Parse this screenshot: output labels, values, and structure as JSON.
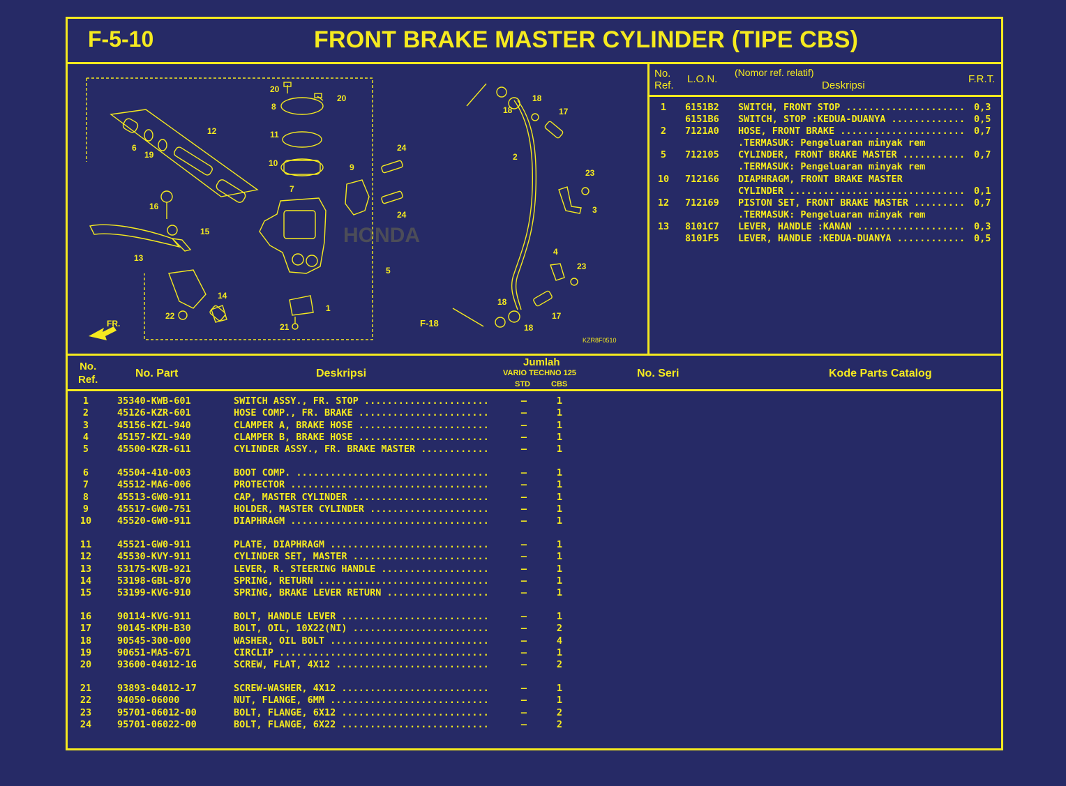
{
  "page": {
    "code": "F-5-10",
    "title": "FRONT BRAKE MASTER CYLINDER (TIPE CBS)"
  },
  "diagram": {
    "callouts": [
      "20",
      "20",
      "8",
      "11",
      "10",
      "12",
      "6",
      "19",
      "16",
      "15",
      "13",
      "22",
      "14",
      "21",
      "7",
      "9",
      "24",
      "24",
      "1",
      "5",
      "2",
      "18",
      "18",
      "17",
      "23",
      "3",
      "4",
      "23",
      "18",
      "17",
      "18"
    ],
    "ref_f18": "F-18",
    "fr_mark": "FR.",
    "figure_code": "KZR8F0510",
    "watermark": "HONDA"
  },
  "frt_table": {
    "headers": {
      "no_ref": "No.\nRef.",
      "lon": "L.O.N.",
      "nomor_ref": "(Nomor ref. relatif)",
      "deskripsi": "Deskripsi",
      "frt": "F.R.T."
    },
    "rows": [
      {
        "no": "1",
        "lon": "6151B2",
        "desc": "SWITCH, FRONT STOP ..........................",
        "frt": "0,3"
      },
      {
        "no": "",
        "lon": "6151B6",
        "desc": "SWITCH, STOP :KEDUA-DUANYA .................",
        "frt": "0,5"
      },
      {
        "no": "2",
        "lon": "7121A0",
        "desc": "HOSE, FRONT BRAKE ...........................",
        "frt": "0,7"
      },
      {
        "no": "",
        "lon": "",
        "desc": ".TERMASUK: Pengeluaran minyak rem",
        "frt": ""
      },
      {
        "no": "5",
        "lon": "712105",
        "desc": "CYLINDER, FRONT BRAKE MASTER ...............",
        "frt": "0,7"
      },
      {
        "no": "",
        "lon": "",
        "desc": ".TERMASUK: Pengeluaran minyak rem",
        "frt": ""
      },
      {
        "no": "10",
        "lon": "712166",
        "desc": "DIAPHRAGM, FRONT BRAKE MASTER",
        "frt": ""
      },
      {
        "no": "",
        "lon": "",
        "desc": " CYLINDER ...................................",
        "frt": "0,1"
      },
      {
        "no": "12",
        "lon": "712169",
        "desc": "PISTON SET, FRONT BRAKE MASTER ............",
        "frt": "0,7"
      },
      {
        "no": "",
        "lon": "",
        "desc": ".TERMASUK: Pengeluaran minyak rem",
        "frt": ""
      },
      {
        "no": "13",
        "lon": "8101C7",
        "desc": "LEVER, HANDLE :KANAN .......................",
        "frt": "0,3"
      },
      {
        "no": "",
        "lon": "8101F5",
        "desc": "LEVER, HANDLE :KEDUA-DUANYA ................",
        "frt": "0,5"
      }
    ]
  },
  "parts_table": {
    "headers": {
      "no_ref": "No.\nRef.",
      "no_part": "No. Part",
      "deskripsi": "Deskripsi",
      "jumlah": "Jumlah",
      "model": "VARIO TECHNO 125",
      "std": "STD",
      "cbs": "CBS",
      "no_seri": "No. Seri",
      "kode": "Kode Parts Catalog"
    },
    "groups": [
      [
        {
          "ref": "1",
          "part": "35340-KWB-601",
          "desc": "SWITCH ASSY., FR. STOP ..........................",
          "std": "–",
          "cbs": "1"
        },
        {
          "ref": "2",
          "part": "45126-KZR-601",
          "desc": "HOSE COMP., FR. BRAKE ...........................",
          "std": "–",
          "cbs": "1"
        },
        {
          "ref": "3",
          "part": "45156-KZL-940",
          "desc": "CLAMPER A, BRAKE HOSE ...........................",
          "std": "–",
          "cbs": "1"
        },
        {
          "ref": "4",
          "part": "45157-KZL-940",
          "desc": "CLAMPER B, BRAKE HOSE ...........................",
          "std": "–",
          "cbs": "1"
        },
        {
          "ref": "5",
          "part": "45500-KZR-611",
          "desc": "CYLINDER ASSY., FR. BRAKE MASTER ...............",
          "std": "–",
          "cbs": "1"
        }
      ],
      [
        {
          "ref": "6",
          "part": "45504-410-003",
          "desc": "BOOT COMP. ......................................",
          "std": "–",
          "cbs": "1"
        },
        {
          "ref": "7",
          "part": "45512-MA6-006",
          "desc": "PROTECTOR .......................................",
          "std": "–",
          "cbs": "1"
        },
        {
          "ref": "8",
          "part": "45513-GW0-911",
          "desc": "CAP, MASTER CYLINDER ............................",
          "std": "–",
          "cbs": "1"
        },
        {
          "ref": "9",
          "part": "45517-GW0-751",
          "desc": "HOLDER, MASTER CYLINDER .........................",
          "std": "–",
          "cbs": "1"
        },
        {
          "ref": "10",
          "part": "45520-GW0-911",
          "desc": "DIAPHRAGM .......................................",
          "std": "–",
          "cbs": "1"
        }
      ],
      [
        {
          "ref": "11",
          "part": "45521-GW0-911",
          "desc": "PLATE, DIAPHRAGM ...............................",
          "std": "–",
          "cbs": "1"
        },
        {
          "ref": "12",
          "part": "45530-KVY-911",
          "desc": "CYLINDER SET, MASTER ............................",
          "std": "–",
          "cbs": "1"
        },
        {
          "ref": "13",
          "part": "53175-KVB-921",
          "desc": "LEVER, R. STEERING HANDLE .......................",
          "std": "–",
          "cbs": "1"
        },
        {
          "ref": "14",
          "part": "53198-GBL-870",
          "desc": "SPRING, RETURN ..................................",
          "std": "–",
          "cbs": "1"
        },
        {
          "ref": "15",
          "part": "53199-KVG-910",
          "desc": "SPRING, BRAKE LEVER RETURN ......................",
          "std": "–",
          "cbs": "1"
        }
      ],
      [
        {
          "ref": "16",
          "part": "90114-KVG-911",
          "desc": "BOLT, HANDLE LEVER ..............................",
          "std": "–",
          "cbs": "1"
        },
        {
          "ref": "17",
          "part": "90145-KPH-B30",
          "desc": "BOLT, OIL, 10X22(NI) ............................",
          "std": "–",
          "cbs": "2"
        },
        {
          "ref": "18",
          "part": "90545-300-000",
          "desc": "WASHER, OIL BOLT ................................",
          "std": "–",
          "cbs": "4"
        },
        {
          "ref": "19",
          "part": "90651-MA5-671",
          "desc": "CIRCLIP .........................................",
          "std": "–",
          "cbs": "1"
        },
        {
          "ref": "20",
          "part": "93600-04012-1G",
          "desc": "SCREW, FLAT, 4X12 ...............................",
          "std": "–",
          "cbs": "2"
        }
      ],
      [
        {
          "ref": "21",
          "part": "93893-04012-17",
          "desc": "SCREW-WASHER, 4X12 ..............................",
          "std": "–",
          "cbs": "1"
        },
        {
          "ref": "22",
          "part": "94050-06000",
          "desc": "NUT, FLANGE, 6MM ................................",
          "std": "–",
          "cbs": "1"
        },
        {
          "ref": "23",
          "part": "95701-06012-00",
          "desc": "BOLT, FLANGE, 6X12 ..............................",
          "std": "–",
          "cbs": "2"
        },
        {
          "ref": "24",
          "part": "95701-06022-00",
          "desc": "BOLT, FLANGE, 6X22 ..............................",
          "std": "–",
          "cbs": "2"
        }
      ]
    ]
  },
  "colors": {
    "background": "#262a66",
    "foreground": "#f5ea1f"
  }
}
